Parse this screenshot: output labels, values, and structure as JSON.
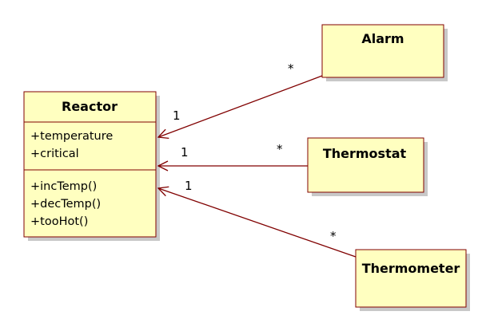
{
  "colors": {
    "class_fill": "#ffffc0",
    "class_border": "#800000",
    "shadow": "#c8c8c8",
    "association": "#800000"
  },
  "classes": {
    "reactor": {
      "name": "Reactor",
      "attributes": [
        "+temperature",
        "+critical"
      ],
      "operations": [
        "+incTemp()",
        "+decTemp()",
        "+tooHot()"
      ]
    },
    "alarm": {
      "name": "Alarm"
    },
    "thermostat": {
      "name": "Thermostat"
    },
    "thermometer": {
      "name": "Thermometer"
    }
  },
  "associations": [
    {
      "from": "Alarm",
      "to": "Reactor",
      "source_multiplicity": "*",
      "target_multiplicity": "1",
      "arrow": "open"
    },
    {
      "from": "Thermostat",
      "to": "Reactor",
      "source_multiplicity": "*",
      "target_multiplicity": "1",
      "arrow": "open"
    },
    {
      "from": "Thermometer",
      "to": "Reactor",
      "source_multiplicity": "*",
      "target_multiplicity": "1",
      "arrow": "open"
    }
  ]
}
